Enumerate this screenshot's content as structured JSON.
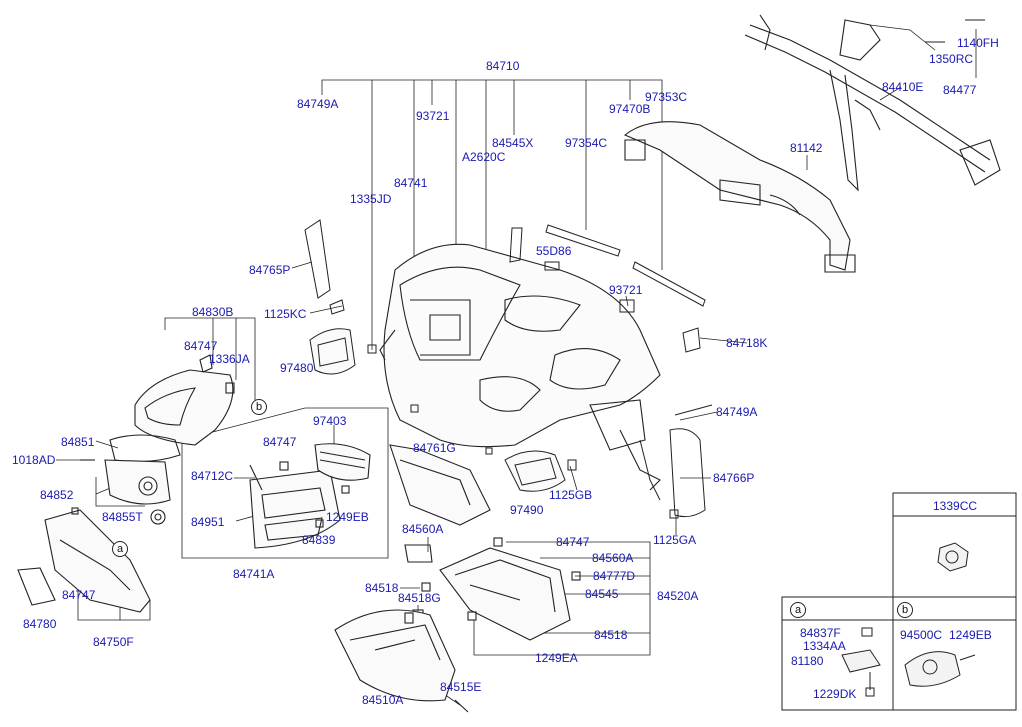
{
  "labels": {
    "p84710": "84710",
    "p84749A_top": "84749A",
    "p93721_top": "93721",
    "p84545X": "84545X",
    "pA2620C": "A2620C",
    "p97354C": "97354C",
    "p97470B": "97470B",
    "p97353C": "97353C",
    "p1335JD": "1335JD",
    "p84741": "84741",
    "p55D86": "55D86",
    "p84765P": "84765P",
    "p1125KC": "1125KC",
    "p93721_mid": "93721",
    "p84718K": "84718K",
    "p84830B": "84830B",
    "p84747_a": "84747",
    "p1336JA": "1336JA",
    "p97480": "97480",
    "p97403": "97403",
    "p84749A_right": "84749A",
    "p84851": "84851",
    "p1018AD": "1018AD",
    "p84747_b": "84747",
    "p84712C": "84712C",
    "p84761G": "84761G",
    "p84766P": "84766P",
    "p84852": "84852",
    "p1125GB": "1125GB",
    "p84855T": "84855T",
    "p84951": "84951",
    "p1249EB_mid": "1249EB",
    "p97490": "97490",
    "p1125GA": "1125GA",
    "p84839": "84839",
    "p84560A_left": "84560A",
    "p84747_c": "84747",
    "p84560A_right": "84560A",
    "p84741A": "84741A",
    "p84777D": "84777D",
    "p84518_a": "84518",
    "p84545": "84545",
    "p84520A": "84520A",
    "p84747_d": "84747",
    "p84518G": "84518G",
    "p84780": "84780",
    "p84518_b": "84518",
    "p84750F": "84750F",
    "p1249EA": "1249EA",
    "p84510A": "84510A",
    "p84515E": "84515E",
    "p1140FH": "1140FH",
    "p1350RC": "1350RC",
    "p84477": "84477",
    "p84410E": "84410E",
    "p81142": "81142",
    "p1339CC": "1339CC",
    "p84837F": "84837F",
    "p1334AA": "1334AA",
    "p81180": "81180",
    "p1229DK": "1229DK",
    "p94500C": "94500C",
    "p1249EB_box": "1249EB"
  },
  "callouts": {
    "a1": "a",
    "b1": "b",
    "a2": "a",
    "b2": "b"
  }
}
